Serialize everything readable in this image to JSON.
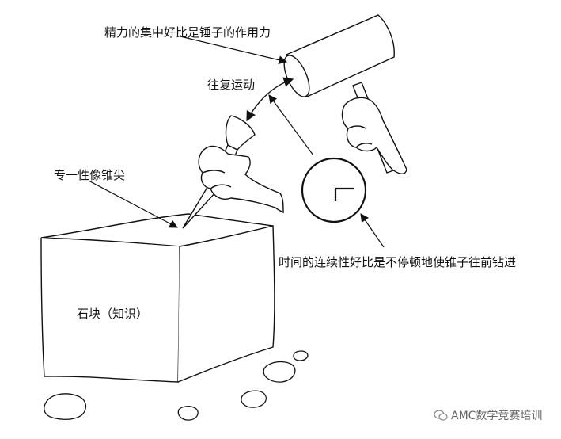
{
  "labels": {
    "focus": "精力的集中好比是锤子的作用力",
    "motion": "往复运动",
    "tip": "专一性像锥尖",
    "time": "时间的连续性好比是不停顿地使锥子往前钻进",
    "stone": "石块（知识）"
  },
  "watermark": {
    "text": "AMC数学竞赛培训"
  },
  "colors": {
    "ink": "#111111",
    "watermark": "#666666"
  }
}
